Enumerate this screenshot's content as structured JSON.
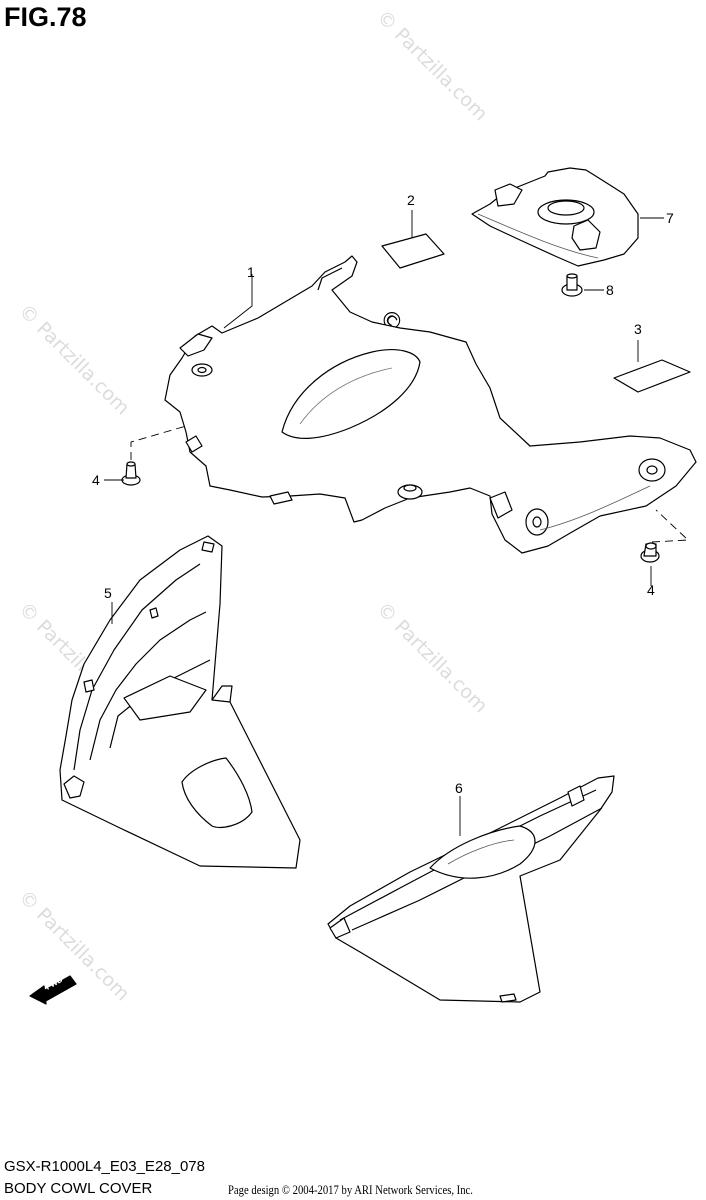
{
  "figure": {
    "title": "FIG.78"
  },
  "watermark": {
    "text": "© Partzilla.com"
  },
  "callouts": [
    {
      "number": "1",
      "part": "part-1"
    },
    {
      "number": "2",
      "part": "part-2"
    },
    {
      "number": "3",
      "part": "part-3"
    },
    {
      "number": "4",
      "part": "part-4-left"
    },
    {
      "number": "4",
      "part": "part-4-right"
    },
    {
      "number": "5",
      "part": "part-5"
    },
    {
      "number": "6",
      "part": "part-6"
    },
    {
      "number": "7",
      "part": "part-7"
    },
    {
      "number": "8",
      "part": "part-8"
    }
  ],
  "direction_badge": {
    "label": "FWD"
  },
  "footer": {
    "model_code": "GSX-R1000L4_E03_E28_078",
    "assembly_name": "BODY COWL COVER",
    "credit": "Page design © 2004-2017 by ARI Network Services, Inc."
  }
}
